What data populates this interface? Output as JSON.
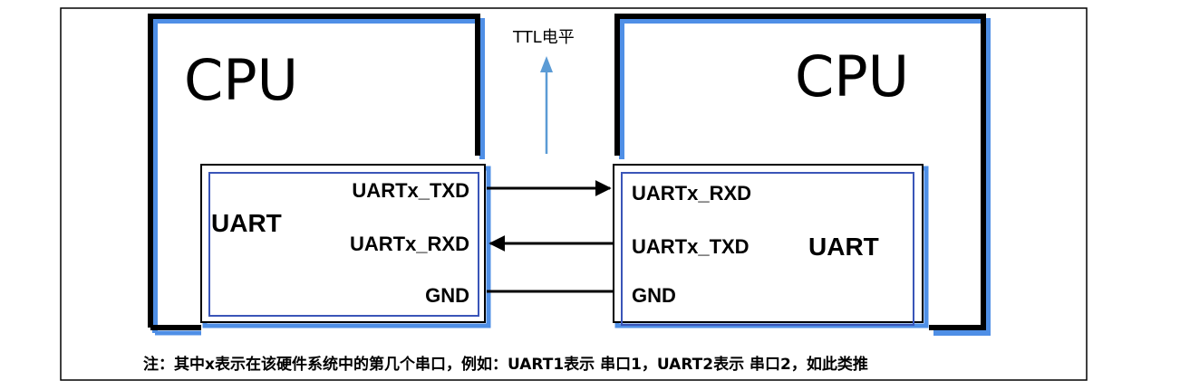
{
  "left_cpu": {
    "title": "CPU",
    "uart": {
      "title": "UART",
      "pins": [
        "UARTx_TXD",
        "UARTx_RXD",
        "GND"
      ]
    }
  },
  "right_cpu": {
    "title": "CPU",
    "uart": {
      "title": "UART",
      "pins": [
        "UARTx_RXD",
        "UARTx_TXD",
        "GND"
      ]
    }
  },
  "signal_level": "TTL电平",
  "note": "注：其中x表示在该硬件系统中的第几个串口，例如：UART1表示 串口1，UART2表示 串口2，如此类推",
  "colors": {
    "frame": "#000000",
    "accent_blue": "#4f8fe6",
    "uart_border": "#3a55b8",
    "ttl_arrow": "#5b9bd5"
  }
}
